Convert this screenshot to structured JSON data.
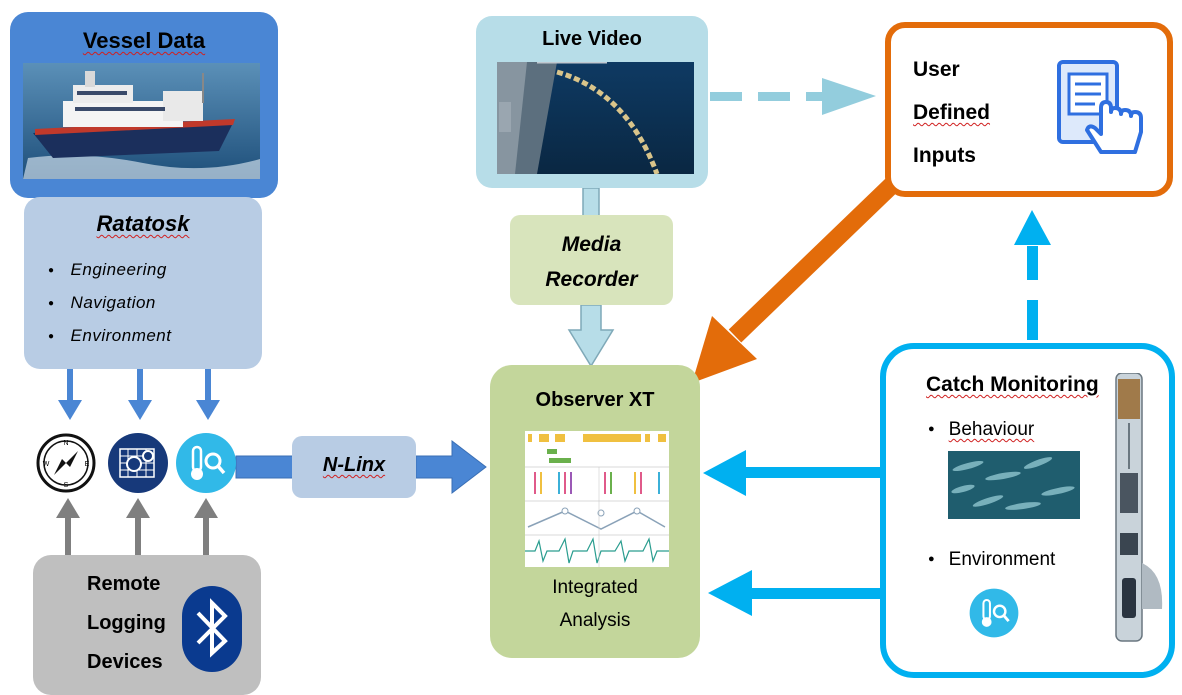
{
  "vessel": {
    "title": "Vessel Data"
  },
  "ratatosk": {
    "title": "Ratatosk",
    "items": [
      "Engineering",
      "Navigation",
      "Environment"
    ]
  },
  "remote": {
    "lines": [
      "Remote",
      "Logging",
      "Devices"
    ]
  },
  "live_video": {
    "title": "Live Video"
  },
  "media_recorder": {
    "lines": [
      "Media",
      "Recorder"
    ]
  },
  "observer": {
    "title": "Observer XT",
    "caption_lines": [
      "Integrated",
      "Analysis"
    ]
  },
  "nlinx": {
    "label": "N-Linx"
  },
  "user_inputs": {
    "lines": [
      "User",
      "Defined",
      "Inputs"
    ]
  },
  "catch": {
    "title": "Catch Monitoring",
    "items": [
      "Behaviour",
      "Environment"
    ]
  },
  "icons": {
    "compass": "compass-icon",
    "engine": "engine-gears-icon",
    "thermo": "thermometer-search-icon",
    "bluetooth": "bluetooth-icon",
    "touch": "touch-document-icon"
  },
  "colors": {
    "vessel": "#4a86d4",
    "ratatosk": "#b8cce4",
    "remote": "#bfbfbf",
    "live": "#b7dde8",
    "media": "#d8e4bc",
    "observer": "#c3d69b",
    "orange": "#e36c0a",
    "cyan": "#00b0f0",
    "arrow_blue": "#4a86d4",
    "arrow_grey": "#7f7f7f"
  }
}
